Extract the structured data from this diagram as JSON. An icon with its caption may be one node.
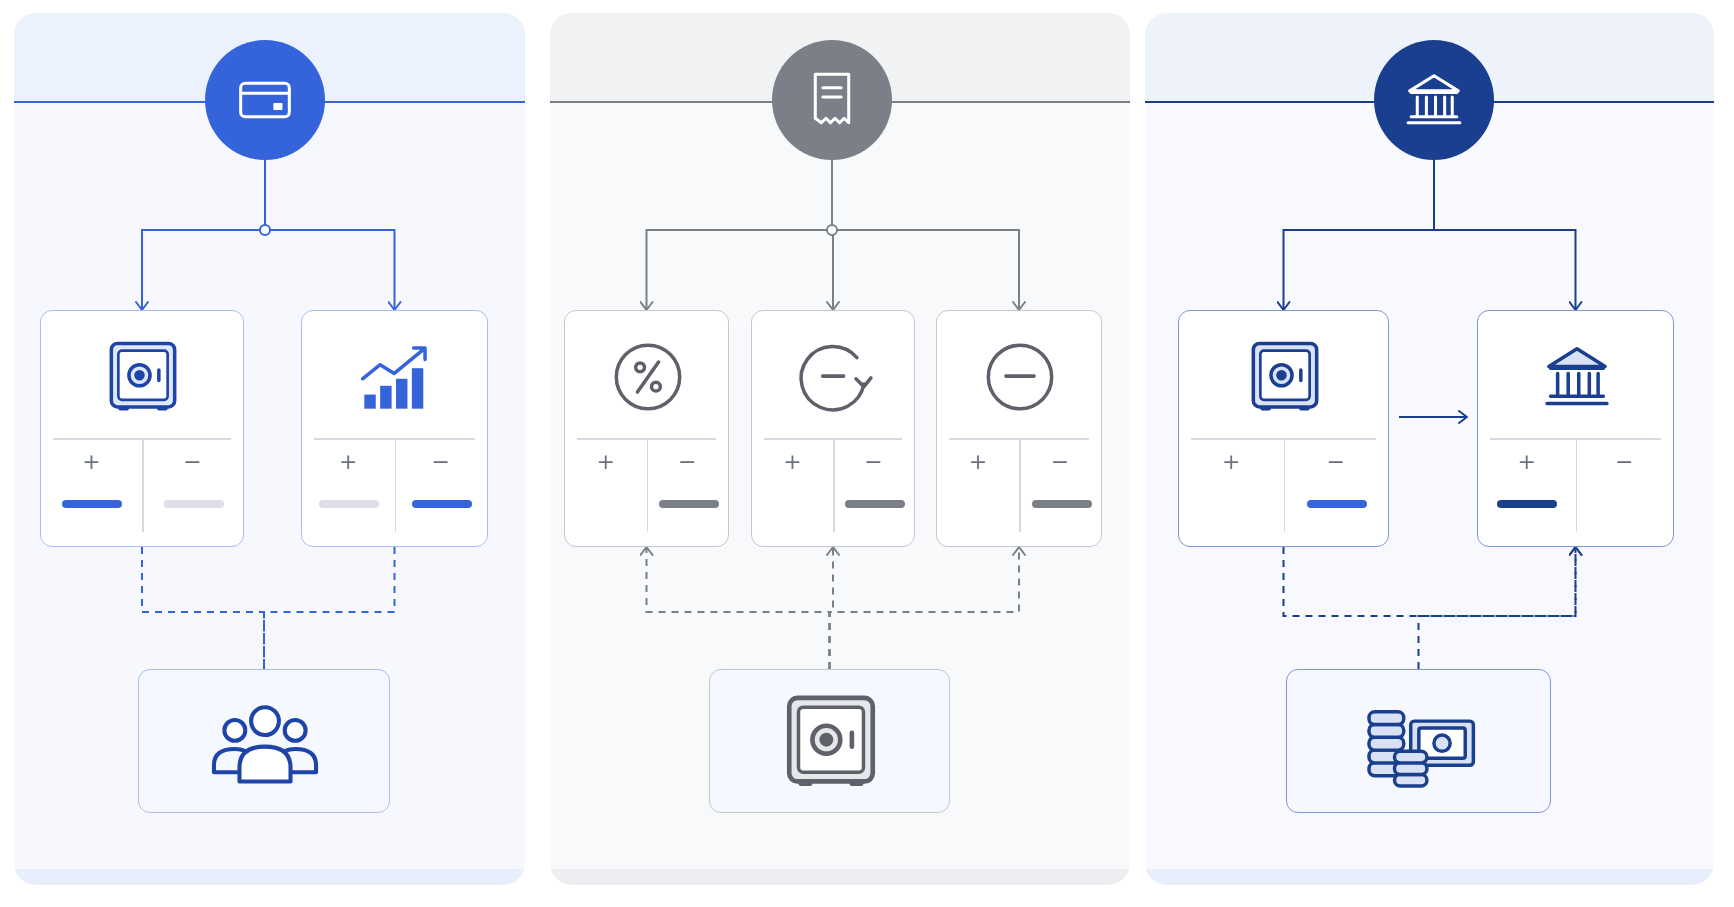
{
  "diagram": {
    "nodes": [
      {
        "text": [],
        "shape": "box"
      },
      {
        "text": [],
        "shape": "circle",
        "in": 0
      },
      {
        "text": [
          "+",
          "−"
        ],
        "in": 0
      },
      {
        "text": [
          "+",
          "−"
        ],
        "in": 0
      },
      {
        "text": [],
        "shape": "box",
        "in": 0
      },
      {
        "text": [],
        "shape": "box"
      },
      {
        "text": [],
        "shape": "circle",
        "in": 5
      },
      {
        "text": [
          "+",
          "−"
        ],
        "in": 5
      },
      {
        "text": [
          "+",
          "−"
        ],
        "in": 5
      },
      {
        "text": [
          "+",
          "−"
        ],
        "in": 5
      },
      {
        "text": [],
        "shape": "box",
        "in": 5
      },
      {
        "text": [],
        "shape": "box"
      },
      {
        "text": [],
        "shape": "circle",
        "in": 11
      },
      {
        "text": [
          "+",
          "−"
        ],
        "in": 11
      },
      {
        "text": [
          "+",
          "−"
        ],
        "in": 11
      },
      {
        "text": [],
        "shape": "box",
        "in": 11
      }
    ],
    "edges": [
      {
        "from": 1,
        "to": 2,
        "arrow": "to",
        "color": "#3563d9"
      },
      {
        "from": 1,
        "to": 3,
        "arrow": "to",
        "color": "#3563d9"
      },
      {
        "from": 2,
        "to": 4,
        "arrow": "none",
        "style": "dashed",
        "color": "#3563d9"
      },
      {
        "from": 3,
        "to": 4,
        "arrow": "none",
        "style": "dashed",
        "color": "#3563d9"
      },
      {
        "from": 6,
        "to": 7,
        "arrow": "to"
      },
      {
        "from": 6,
        "to": 8,
        "arrow": "to"
      },
      {
        "from": 6,
        "to": 9,
        "arrow": "to"
      },
      {
        "from": 10,
        "to": 7,
        "arrow": "to",
        "style": "dashed"
      },
      {
        "from": 10,
        "to": 8,
        "arrow": "to",
        "style": "dashed"
      },
      {
        "from": 10,
        "to": 9,
        "arrow": "to",
        "style": "dashed"
      },
      {
        "from": 12,
        "to": 13,
        "arrow": "to",
        "color": "#1b3f8f"
      },
      {
        "from": 12,
        "to": 14,
        "arrow": "to",
        "color": "#1b3f8f"
      },
      {
        "from": 13,
        "to": 14,
        "arrow": "to",
        "color": "#1b3f8f"
      },
      {
        "from": 13,
        "to": 14,
        "arrow": "to",
        "style": "dashed",
        "color": "#1b3f8f"
      },
      {
        "from": 15,
        "to": 14,
        "arrow": "to",
        "style": "dashed",
        "color": "#1b3f8f"
      }
    ]
  }
}
